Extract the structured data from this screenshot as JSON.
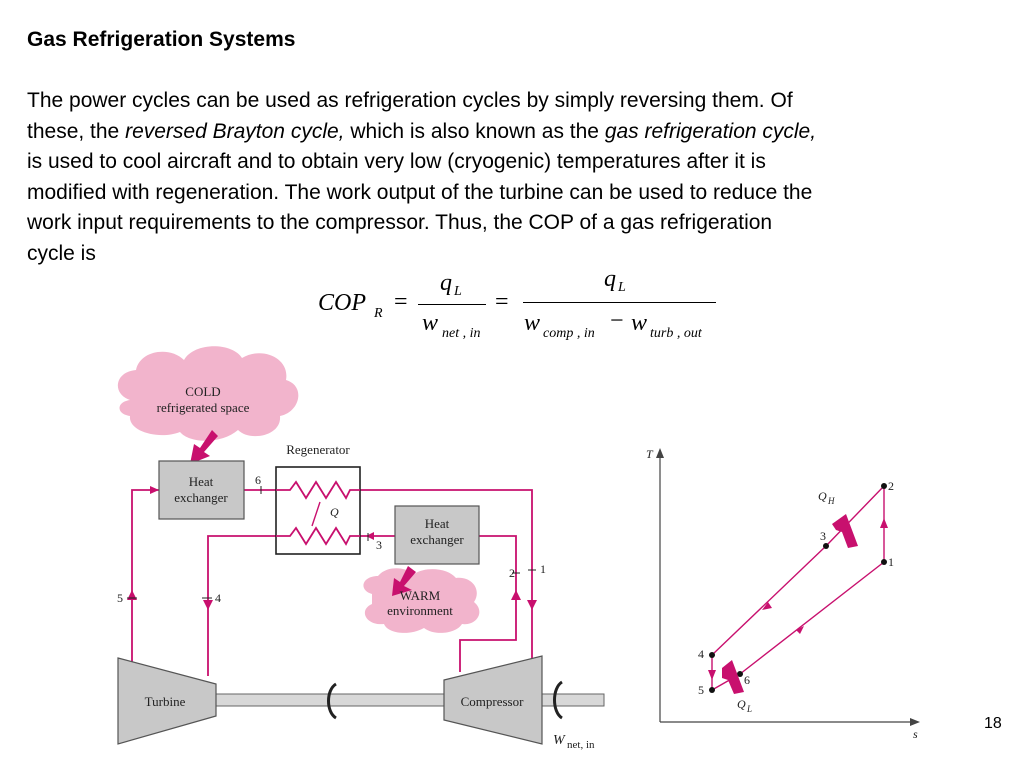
{
  "slide": {
    "title": "Gas Refrigeration Systems",
    "page_number": "18"
  },
  "paragraph": {
    "line1": "The power cycles can be used as refrigeration cycles by simply reversing them. Of",
    "line2_a": "these, the ",
    "line2_b": "reversed Brayton cycle,",
    "line2_c": " which is also known as the ",
    "line2_d": "gas refrigeration cycle,",
    "line3": "is used to cool aircraft and to obtain very low (cryogenic) temperatures after it is",
    "line4": "modified with regeneration. The work output of the turbine can be used to reduce the",
    "line5": "work input requirements to the compressor. Thus, the COP of a gas refrigeration",
    "line6": "cycle is"
  },
  "formula": {
    "lhs": "COP",
    "lhs_sub": "R",
    "eq": "=",
    "frac1_num": "q",
    "frac1_num_sub": "L",
    "frac1_den": "w",
    "frac1_den_sub": "net , in",
    "frac2_num": "q",
    "frac2_num_sub": "L",
    "frac2_den_a": "w",
    "frac2_den_a_sub": "comp , in",
    "minus": "−",
    "frac2_den_b": "w",
    "frac2_den_b_sub": "turb , out"
  },
  "schematic": {
    "cold_space_line1": "COLD",
    "cold_space_line2": "refrigerated space",
    "regenerator_label": "Regenerator",
    "heat_exchanger_cold_line1": "Heat",
    "heat_exchanger_cold_line2": "exchanger",
    "heat_exchanger_warm_line1": "Heat",
    "heat_exchanger_warm_line2": "exchanger",
    "regenerator_heat_label": "Q",
    "warm_env_line1": "WARM",
    "warm_env_line2": "environment",
    "turbine_label": "Turbine",
    "compressor_label": "Compressor",
    "work_label": "W",
    "work_label_sub": "net, in",
    "state_labels": [
      "1",
      "2",
      "3",
      "4",
      "5",
      "6"
    ]
  },
  "ts_diagram": {
    "y_axis_label": "T",
    "x_axis_label": "s",
    "heat_out_label": "Q",
    "heat_out_sub": "H",
    "heat_in_label": "Q",
    "heat_in_sub": "L",
    "state_labels": [
      "1",
      "2",
      "3",
      "4",
      "5",
      "6"
    ]
  },
  "colors": {
    "process_line": "#c8106e",
    "cloud_fill": "#f2b4cc",
    "equipment_fill": "#c8c8c8",
    "equipment_stroke": "#555555"
  }
}
